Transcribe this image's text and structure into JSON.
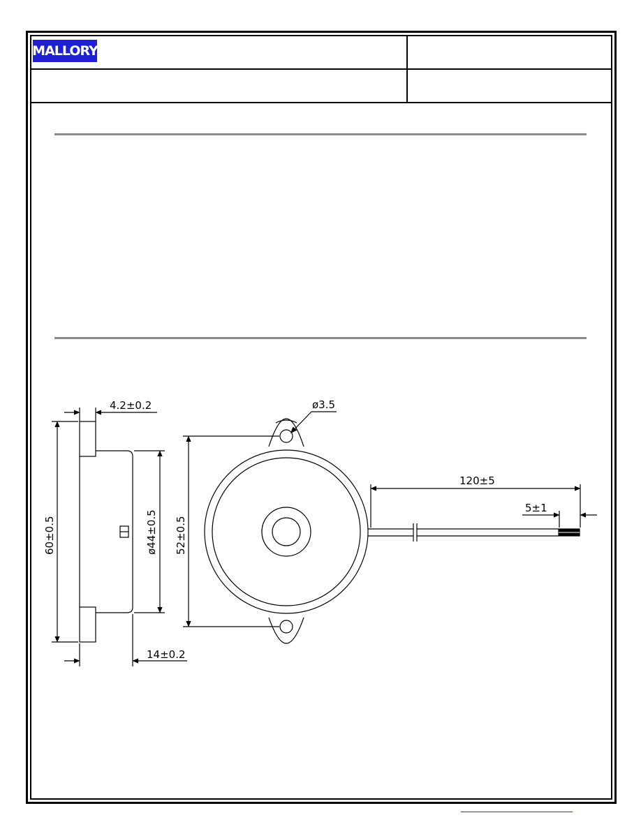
{
  "header": {
    "logo_text": "MALLORY"
  },
  "drawing": {
    "dimensions": {
      "thickness_flange": "4.2±0.2",
      "hole_diameter": "ø3.5",
      "lead_length": "120±5",
      "strip_length": "5±1",
      "body_height": "60±0.5",
      "body_diameter": "ø44±0.5",
      "mount_spacing": "52±0.5",
      "body_depth": "14±0.2"
    }
  },
  "colors": {
    "logo_bg": "#1f1fd6",
    "rule": "#8a8a8a",
    "link": "#2a2ad8"
  }
}
